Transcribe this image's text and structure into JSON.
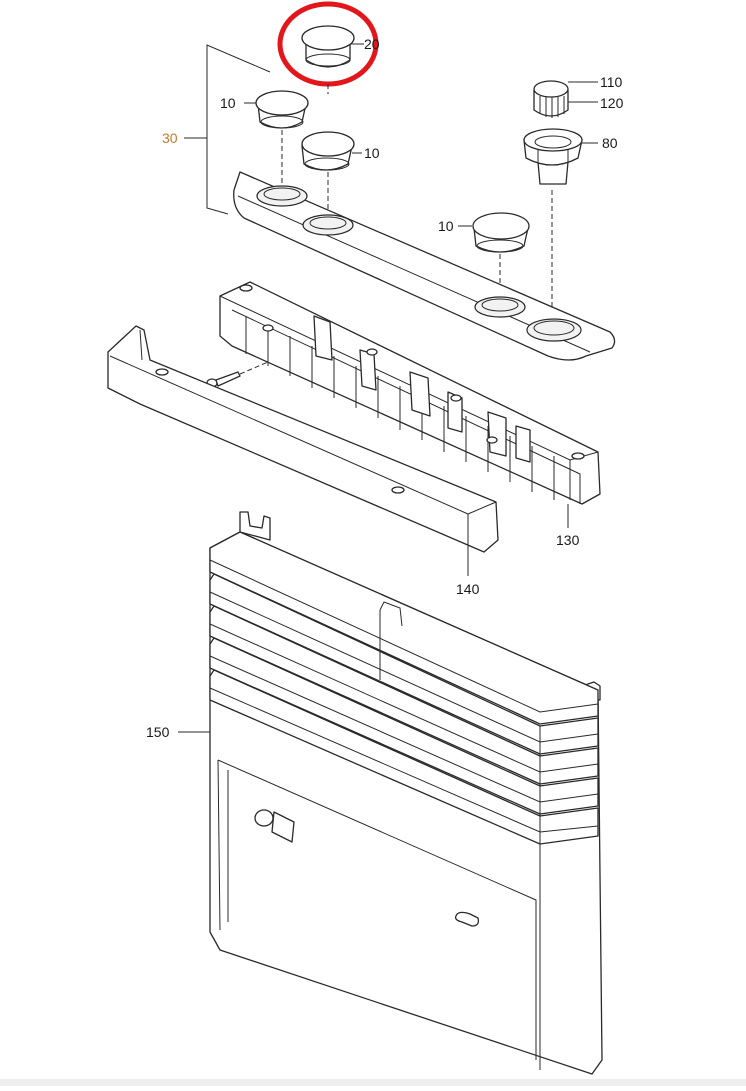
{
  "diagram": {
    "labels": {
      "c10a": "10",
      "c10b": "10",
      "c10c": "10",
      "c20": "20",
      "c30": "30",
      "c80": "80",
      "c110": "110",
      "c120": "120",
      "c130": "130",
      "c140": "140",
      "c150": "150"
    },
    "colors": {
      "line": "#2a2a2a",
      "highlight_circle": "#e2161b",
      "label_30": "#c07a2a"
    }
  }
}
